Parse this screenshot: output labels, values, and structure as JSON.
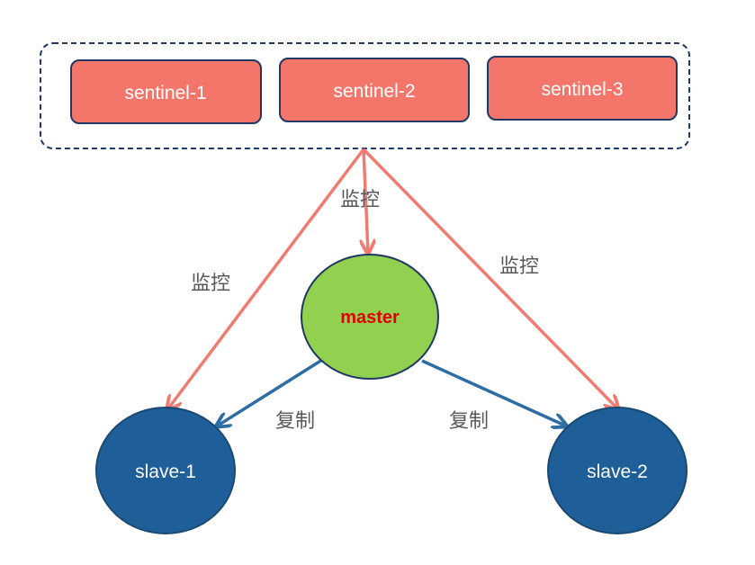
{
  "colors": {
    "sentinel_fill": "#F4766A",
    "sentinel_stroke": "#1F3864",
    "group_border": "#1F3864",
    "monitor_arrow": "#F07B70",
    "replicate_arrow": "#2E6DA4",
    "master_fill": "#92D050",
    "master_text": "#E00000",
    "slave_fill": "#1F5F99",
    "slave_stroke": "#1A4971",
    "edge_label": "#595959"
  },
  "sentinels": [
    {
      "label": "sentinel-1"
    },
    {
      "label": "sentinel-2"
    },
    {
      "label": "sentinel-3"
    }
  ],
  "master": {
    "label": "master"
  },
  "slaves": [
    {
      "label": "slave-1"
    },
    {
      "label": "slave-2"
    }
  ],
  "edges": {
    "monitor_label": "监控",
    "replicate_label": "复制"
  }
}
